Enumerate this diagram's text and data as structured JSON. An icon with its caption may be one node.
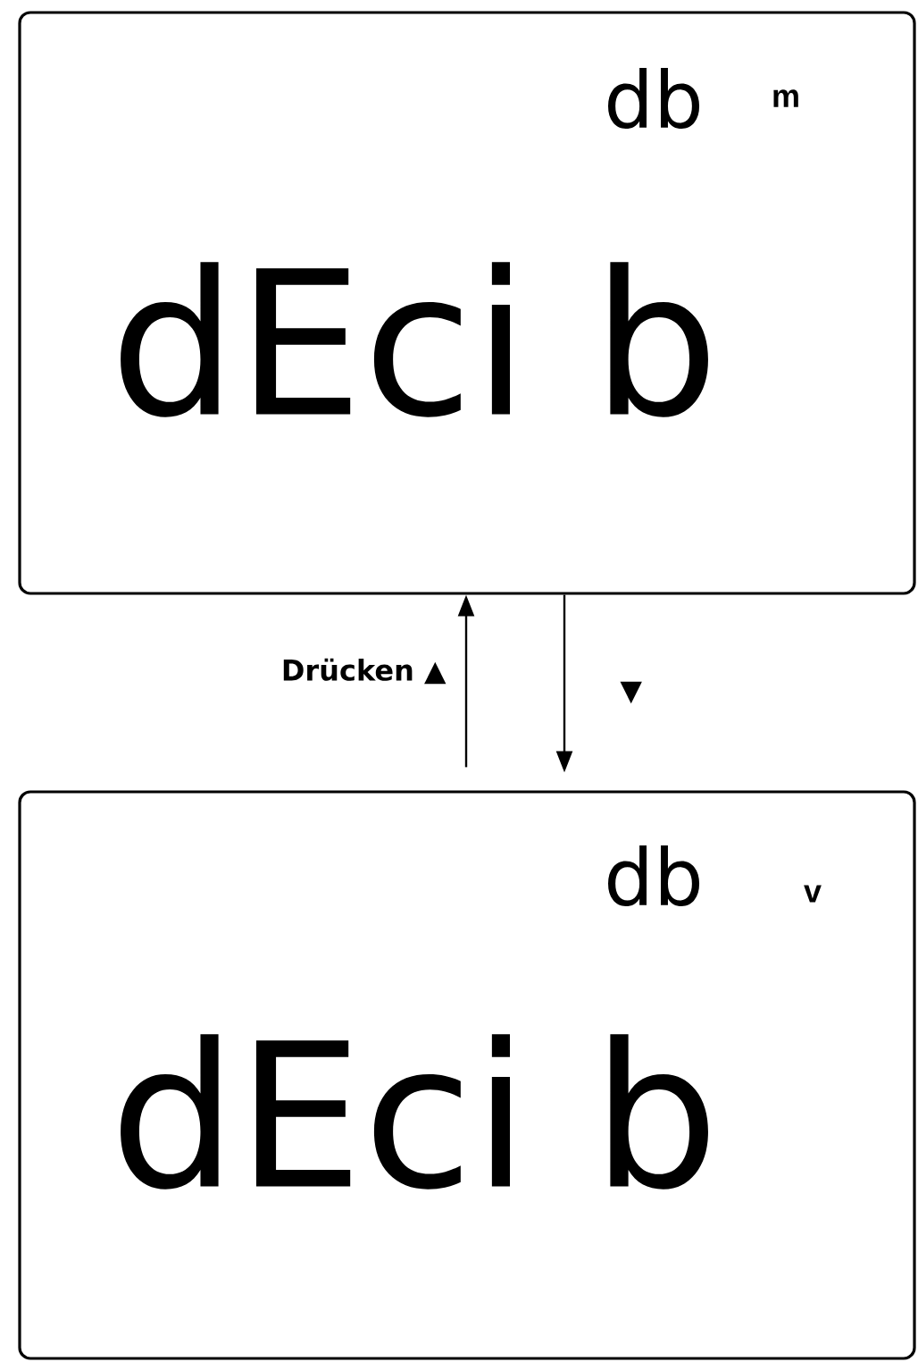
{
  "diagram": {
    "nodes": [
      {
        "text": [
          "db",
          "m",
          "dEci b"
        ]
      },
      {
        "text": [
          "db",
          "v",
          "dEci b"
        ]
      }
    ],
    "edges": [
      {
        "from": 1,
        "to": 0,
        "arrow": "to",
        "label": "Drücken ▲"
      },
      {
        "from": 0,
        "to": 1,
        "arrow": "to",
        "label": "▼"
      }
    ]
  }
}
